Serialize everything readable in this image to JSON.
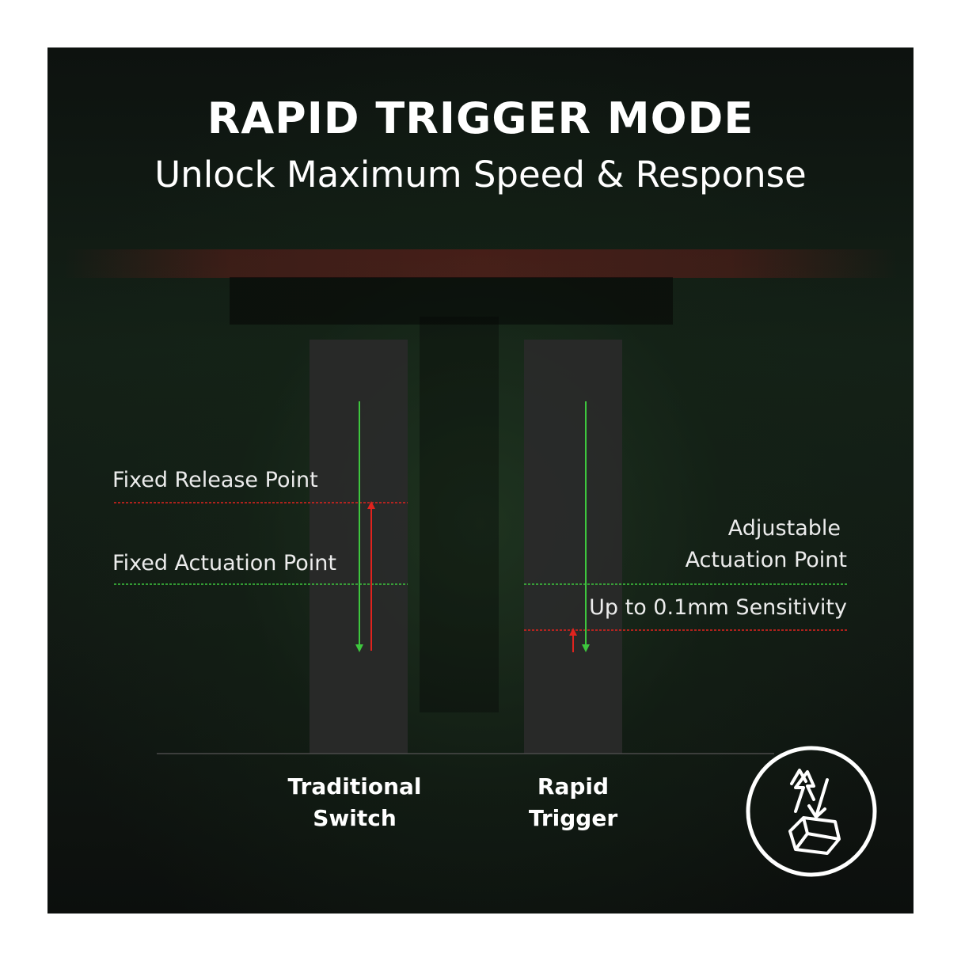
{
  "header": {
    "title": "RAPID TRIGGER MODE",
    "subtitle": "Unlock Maximum Speed & Response"
  },
  "diagram": {
    "left": {
      "release_label": "Fixed Release Point",
      "actuation_label": "Fixed Actuation Point",
      "caption_line1": "Traditional",
      "caption_line2": "Switch"
    },
    "right": {
      "actuation_line1": "Adjustable",
      "actuation_line2": "Actuation Point",
      "sensitivity_label": "Up to 0.1mm Sensitivity",
      "caption_line1": "Rapid",
      "caption_line2": "Trigger"
    }
  },
  "colors": {
    "press": "#3ec63e",
    "release": "#e0231e",
    "column": "#2a2a2a",
    "text": "#ffffff"
  },
  "badge": {
    "icon": "keycap-arrows-icon"
  }
}
